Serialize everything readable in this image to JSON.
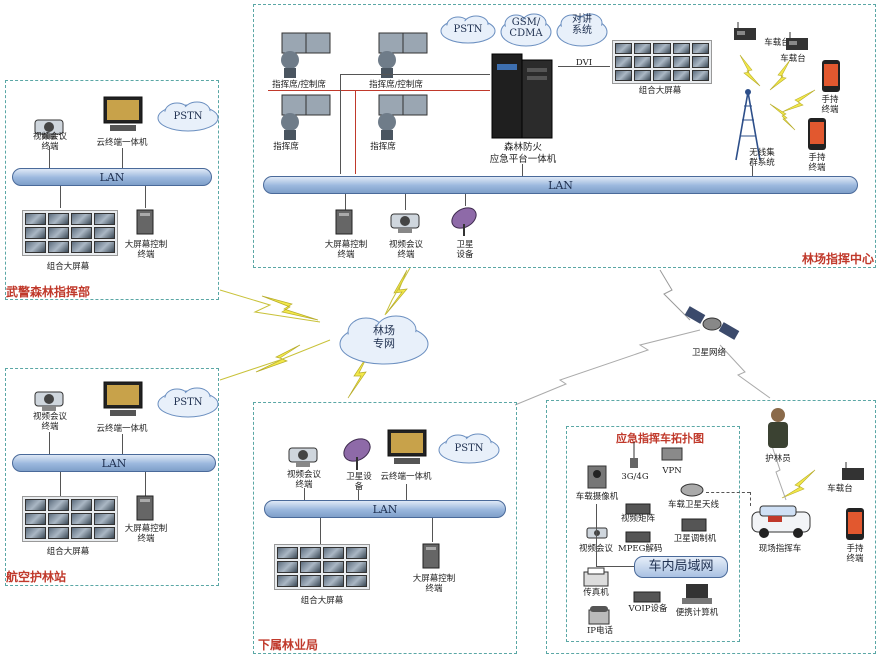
{
  "regions": {
    "wujing": {
      "title": "武警森林指挥部",
      "lan": "LAN",
      "video_conf": "视频会议\n终端",
      "cloud_pc": "云终端一体机",
      "pstn": "PSTN",
      "wall": "组合大屏幕",
      "screen_ctrl": "大屏幕控制\n终端"
    },
    "linchang": {
      "title": "林场指挥中心",
      "lan": "LAN",
      "pstn": "PSTN",
      "gsm": "GSM/\nCDMA",
      "intercom": "对讲\n系统",
      "dvi": "DVI",
      "wall": "组合大屏幕",
      "console1": "指挥席/控制席",
      "console2": "指挥席/控制席",
      "console3": "指挥席",
      "console4": "指挥席",
      "platform": "森林防火\n应急平台一体机",
      "vehicle1": "车载台",
      "vehicle2": "车载台",
      "handheld1": "手持\n终端",
      "handheld2": "手持\n终端",
      "tower": "无线集\n群系统",
      "screen_ctrl": "大屏幕控制\n终端",
      "video_conf": "视频会议\n终端",
      "satellite": "卫星\n设备"
    },
    "hangkong": {
      "title": "航空护林站",
      "lan": "LAN",
      "video_conf": "视频会议\n终端",
      "cloud_pc": "云终端一体机",
      "pstn": "PSTN",
      "wall": "组合大屏幕",
      "screen_ctrl": "大屏幕控制\n终端"
    },
    "xiashu": {
      "title": "下属林业局",
      "lan": "LAN",
      "video_conf": "视频会议\n终端",
      "satellite": "卫星设\n备",
      "cloud_pc": "云终端一体机",
      "pstn": "PSTN",
      "wall": "组合大屏幕",
      "screen_ctrl": "大屏幕控制\n终端"
    },
    "vehicle": {
      "title": "应急指挥车拓扑图",
      "inner_lan": "车内局域网",
      "cam": "车载摄像机",
      "n3g4g": "3G/4G",
      "vpn": "VPN",
      "sat_antenna": "车载卫星天线",
      "video_matrix": "视频矩阵",
      "video_conf": "视频会议",
      "mpeg": "MPEG解码",
      "sat_modem": "卫星调制机",
      "fax": "传真机",
      "voip": "VOIP设备",
      "laptop": "便携计算机",
      "phone": "IP电话",
      "ranger": "护林员",
      "car_radio": "车载台",
      "handheld": "手持\n终端",
      "cmd_car": "现场指挥车"
    }
  },
  "center": {
    "cloud": "林场\n专网",
    "sat_net": "卫星网络"
  },
  "colors": {
    "lan": "#9ab7dd",
    "border": "#5aa7a5",
    "title": "#c0392b",
    "bolt": "#f2e84a"
  }
}
